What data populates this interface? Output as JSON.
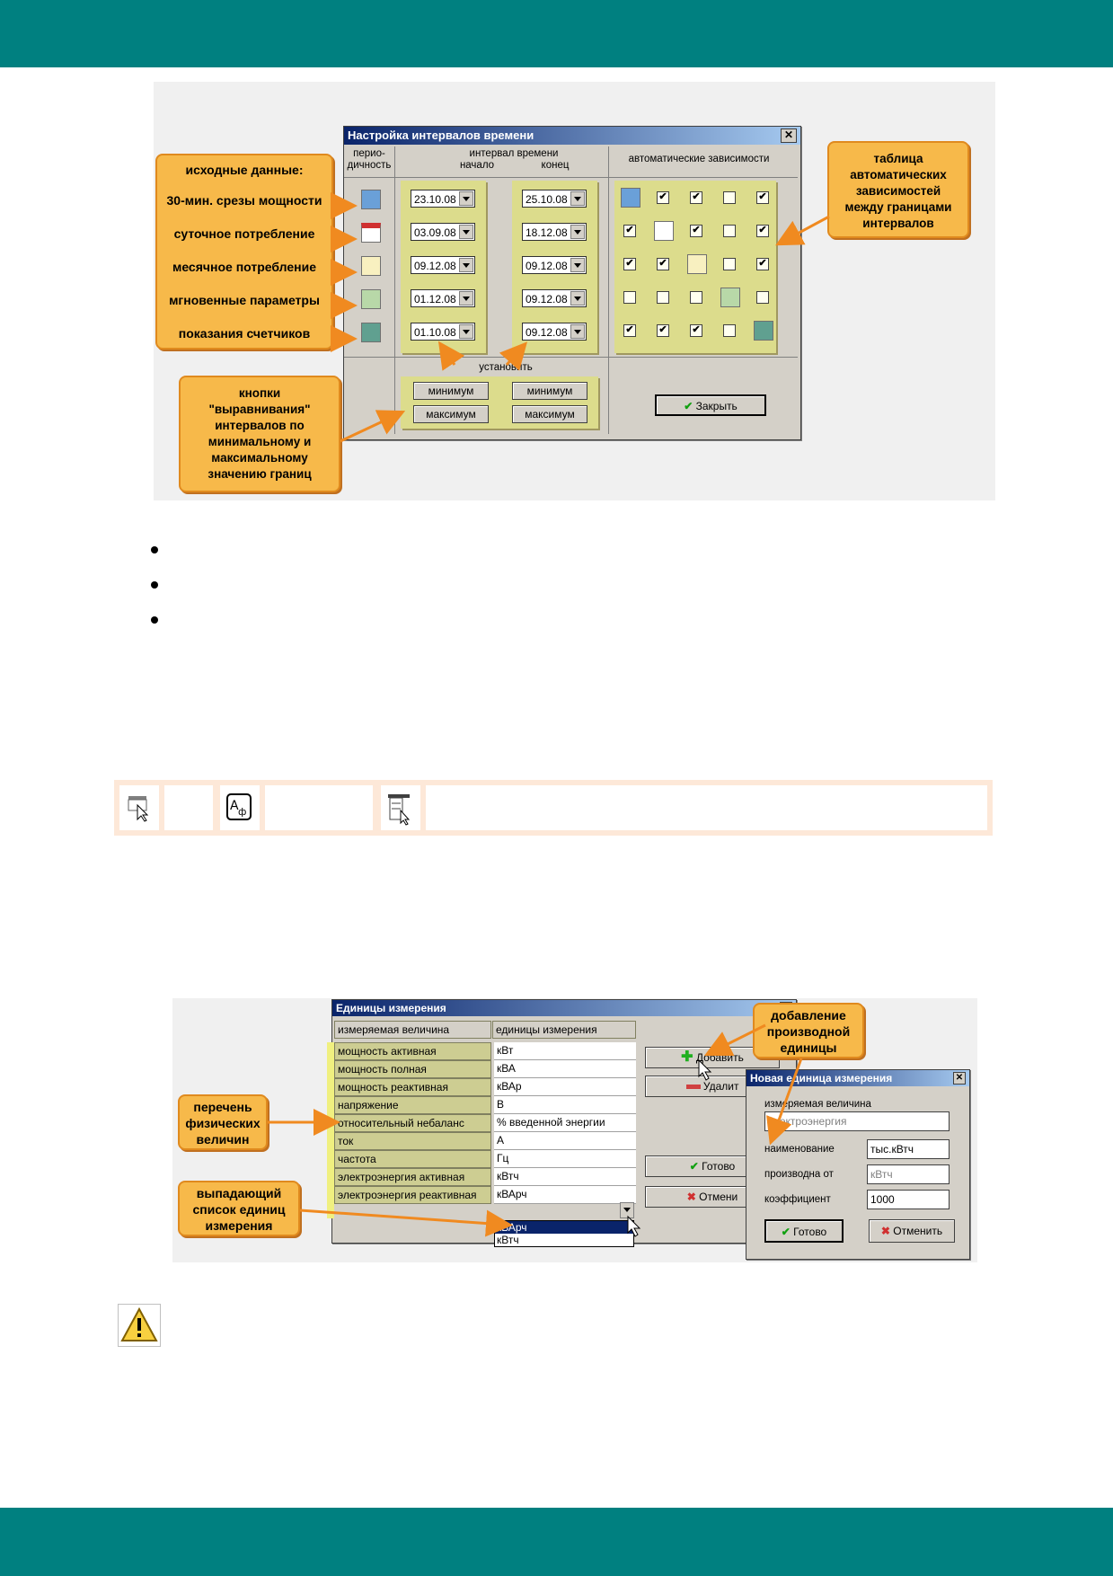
{
  "fig1": {
    "window_title": "Настройка интервалов времени",
    "close_glyph": "✕",
    "header_periodicity": "перио-\nдичность",
    "header_interval": "интервал времени",
    "header_start": "начало",
    "header_end": "конец",
    "header_auto": "автоматические зависимости",
    "start_dates": [
      "23.10.08",
      "03.09.08",
      "09.12.08",
      "01.12.08",
      "01.10.08"
    ],
    "end_dates": [
      "25.10.08",
      "18.12.08",
      "09.12.08",
      "09.12.08",
      "09.12.08"
    ],
    "set_label": "установить",
    "btn_min_left": "минимум",
    "btn_max_left": "максимум",
    "btn_min_right": "минимум",
    "btn_max_right": "максимум",
    "close_button": "Закрыть",
    "callout_source": "исходные данные:",
    "row_labels": [
      "30-мин. срезы мощности",
      "суточное потребление",
      "месячное потребление",
      "мгновенные параметры",
      "показания счетчиков"
    ],
    "callout_table": "таблица\nавтоматических\nзависимостей\nмежду границами\nинтервалов",
    "callout_buttons": "кнопки\n\"выравнивания\"\nинтервалов по\nминимальному и\nмаксимальному\nзначению границ",
    "matrix": [
      [
        "icon",
        true,
        true,
        false,
        true
      ],
      [
        true,
        "icon",
        true,
        false,
        true
      ],
      [
        true,
        true,
        "icon",
        false,
        true
      ],
      [
        false,
        false,
        false,
        "icon",
        false
      ],
      [
        true,
        true,
        true,
        false,
        "icon"
      ]
    ],
    "check_glyph": "✔"
  },
  "fig2": {
    "window_title": "Единицы измерения",
    "close_glyph": "✕",
    "col_quantity": "измеряемая величина",
    "col_units": "единицы измерения",
    "rows": [
      {
        "q": "мощность активная",
        "u": "кВт"
      },
      {
        "q": "мощность полная",
        "u": "кВА"
      },
      {
        "q": "мощность реактивная",
        "u": "кВАр"
      },
      {
        "q": "напряжение",
        "u": "В"
      },
      {
        "q": "относительный небаланс",
        "u": "% введенной энергии"
      },
      {
        "q": "ток",
        "u": "А"
      },
      {
        "q": "частота",
        "u": "Гц"
      },
      {
        "q": "электроэнергия активная",
        "u": "кВтч"
      },
      {
        "q": "электроэнергия реактивная",
        "u": "кВАрч"
      }
    ],
    "dropdown_options": [
      "кВАрч",
      "кВтч"
    ],
    "btn_add": "Добавить",
    "btn_delete": "Удалит",
    "btn_done": "Готово",
    "btn_cancel": "Отмени",
    "callout_add": "добавление\nпроизводной\nединицы",
    "callout_list": "перечень\nфизических\nвеличин",
    "callout_dropdown": "выпадающий\nсписок единиц\nизмерения",
    "dialog": {
      "title": "Новая единица измерения",
      "label_quantity": "измеряемая величина",
      "value_quantity": "электроэнергия",
      "label_name": "наименование",
      "value_name": "тыс.кВтч",
      "label_derived": "производна от",
      "value_derived": "кВтч",
      "label_coef": "коэффициент",
      "value_coef": "1000",
      "btn_done": "Готово",
      "btn_cancel": "Отменить"
    }
  }
}
